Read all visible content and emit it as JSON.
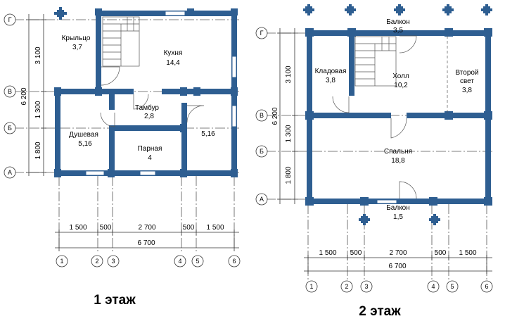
{
  "floor1": {
    "caption": "1 этаж",
    "rooms": {
      "porch": {
        "name": "Крыльцо",
        "area": "3,7"
      },
      "kitchen": {
        "name": "Кухня",
        "area": "14,4"
      },
      "vestibule": {
        "name": "Тамбур",
        "area": "2,8"
      },
      "shower": {
        "name": "Душевая",
        "area": "5,16"
      },
      "steam": {
        "name": "Парная",
        "area": "4"
      },
      "right_room": {
        "area": "5,16"
      }
    },
    "row_labels": [
      "Г",
      "В",
      "Б",
      "А"
    ],
    "col_labels": [
      "1",
      "2",
      "3",
      "4",
      "5",
      "6"
    ],
    "vertical_dims": [
      "3 100",
      "1 300",
      "1 800"
    ],
    "vertical_total": "6 200",
    "horizontal_dims": [
      "1 500",
      "500",
      "2 700",
      "500",
      "1 500"
    ],
    "horizontal_total": "6 700"
  },
  "floor2": {
    "caption": "2 этаж",
    "rooms": {
      "balcony_top": {
        "name": "Балкон",
        "area": "3,5"
      },
      "pantry": {
        "name": "Кладовая",
        "area": "3,8"
      },
      "hall": {
        "name": "Холл",
        "area": "10,2"
      },
      "second_light": {
        "name": "Второй свет",
        "name_line1": "Второй",
        "name_line2": "свет",
        "area": "3,8"
      },
      "bedroom": {
        "name": "Спальня",
        "area": "18,8"
      },
      "balcony_bottom": {
        "name": "Балкон",
        "area": "1,5"
      }
    },
    "row_labels": [
      "Г",
      "В",
      "Б",
      "А"
    ],
    "col_labels": [
      "1",
      "2",
      "3",
      "4",
      "5",
      "6"
    ],
    "vertical_dims": [
      "3 100",
      "1 300",
      "1 800"
    ],
    "vertical_total": "6 200",
    "horizontal_dims": [
      "1 500",
      "500",
      "2 700",
      "500",
      "1 500"
    ],
    "horizontal_total": "6 700"
  },
  "colors": {
    "wall": "#2e5e91",
    "wall_stroke": "#1c3d63",
    "line": "#333333"
  }
}
